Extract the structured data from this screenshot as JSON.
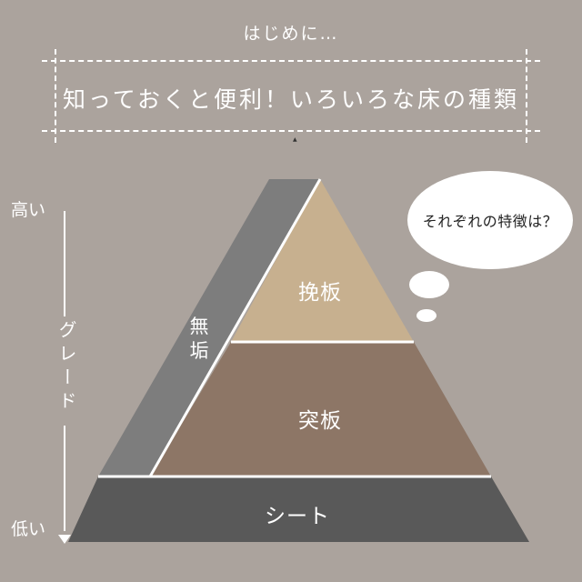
{
  "header": {
    "intro": "はじめに…",
    "title": "知っておくと便利！いろいろな床の種類"
  },
  "axis": {
    "high": "高い",
    "low": "低い",
    "label": "グレード"
  },
  "pyramid": {
    "tiers": [
      {
        "label": "挽板",
        "color": "#c7b08f"
      },
      {
        "label": "突板",
        "color": "#8d7666"
      },
      {
        "label": "シート",
        "color": "#595959"
      }
    ],
    "side": {
      "label": "無垢",
      "color": "#7d7d7d"
    }
  },
  "bubble": {
    "text": "それぞれの特徴は？"
  }
}
